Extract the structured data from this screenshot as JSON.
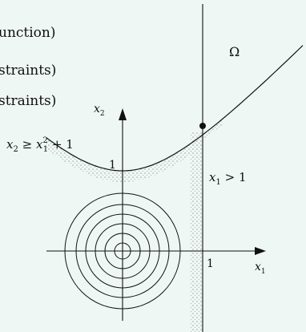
{
  "header_fragments": {
    "line1": "unction)",
    "line2": "straints)",
    "line3": "straints)"
  },
  "labels": {
    "omega": "Ω",
    "x1_constraint": "x",
    "x1_constraint_sub": "1",
    "x1_constraint_rest": " > 1",
    "x2_constraint_lhs": "x",
    "x2_constraint_lhs_sub": "2",
    "x2_constraint_mid": " ≥ x",
    "x2_constraint_sup": "2",
    "x2_constraint_sub": "1",
    "x2_constraint_rest": " + 1",
    "y_axis": "x",
    "y_axis_sub": "2",
    "x_axis": "x",
    "x_axis_sub": "1",
    "tick_y_one": "1",
    "tick_x_one": "1"
  },
  "contours": {
    "count": 6
  },
  "colors": {
    "background": "#eef7f3",
    "ink": "#111111",
    "hatch": "#777777"
  }
}
